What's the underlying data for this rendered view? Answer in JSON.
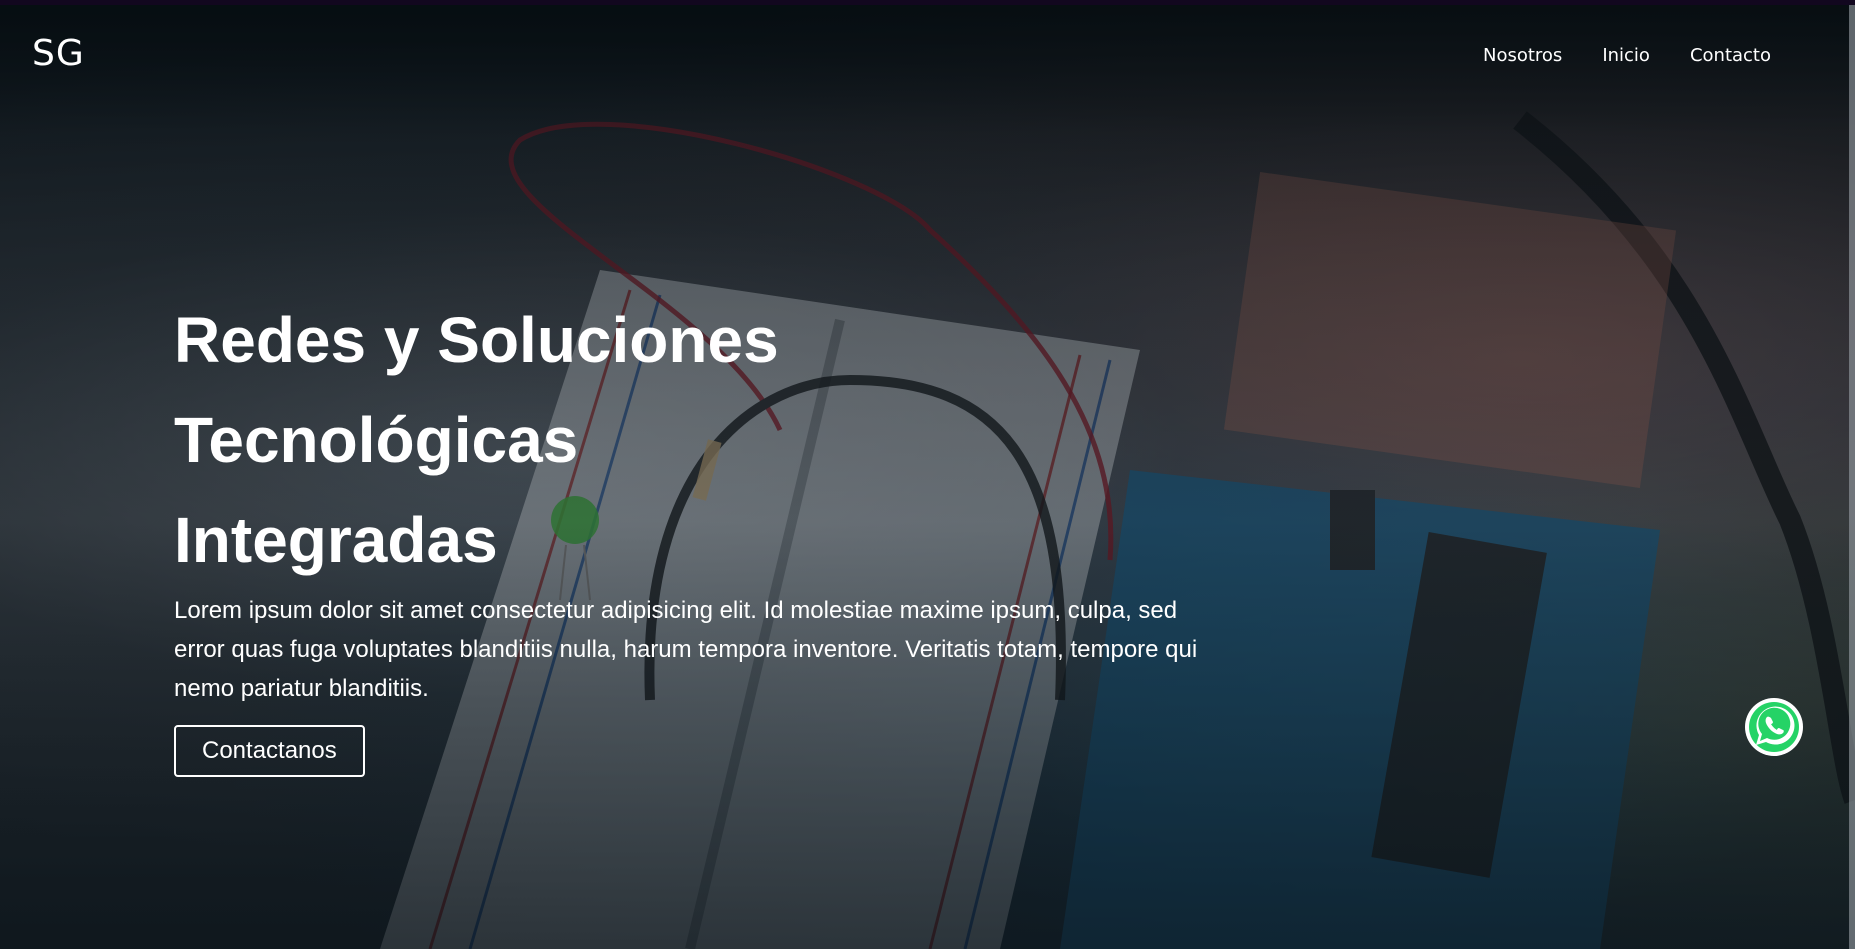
{
  "brand": {
    "logo_text": "SG"
  },
  "nav": {
    "items": [
      {
        "label": "Nosotros"
      },
      {
        "label": "Inicio"
      },
      {
        "label": "Contacto"
      }
    ]
  },
  "hero": {
    "title_lines": [
      "Redes y Soluciones",
      "Tecnológicas",
      "Integradas"
    ],
    "text": "Lorem ipsum dolor sit amet consectetur adipisicing elit. Id molestiae maxime ipsum, culpa, sed error quas fuga voluptates blanditiis nulla, harum tempora inventore. Veritatis totam, tempore qui nemo pariatur blanditiis.",
    "cta_label": "Contactanos"
  },
  "floating": {
    "icon": "whatsapp-icon",
    "color": "#25d366"
  },
  "colors": {
    "overlay": "#0b1116",
    "text": "#ffffff"
  }
}
